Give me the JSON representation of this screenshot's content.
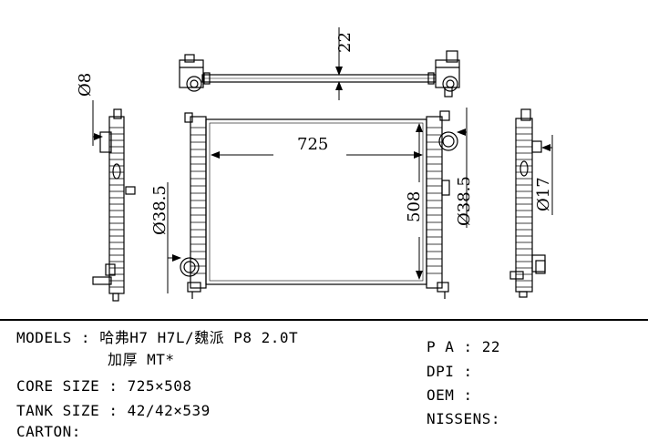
{
  "dimensions": {
    "top_bar_height": "22",
    "core_width": "725",
    "core_height": "508",
    "left_pipe_diameter": "Ø38.5",
    "right_pipe_diameter": "Ø38.5",
    "left_small_diameter": "Ø8",
    "right_small_diameter": "Ø17"
  },
  "specs": {
    "models_line1": "MODELS : 哈弗H7 H7L/魏派 P8 2.0T",
    "models_line2": "加厚 MT*",
    "core_size": "CORE SIZE : 725×508",
    "tank_size": "TANK SIZE : 42/42×539",
    "carton": "CARTON:",
    "pa": "P A : 22",
    "dpi": "DPI :",
    "oem": "OEM :",
    "nissens": "NISSENS:"
  }
}
